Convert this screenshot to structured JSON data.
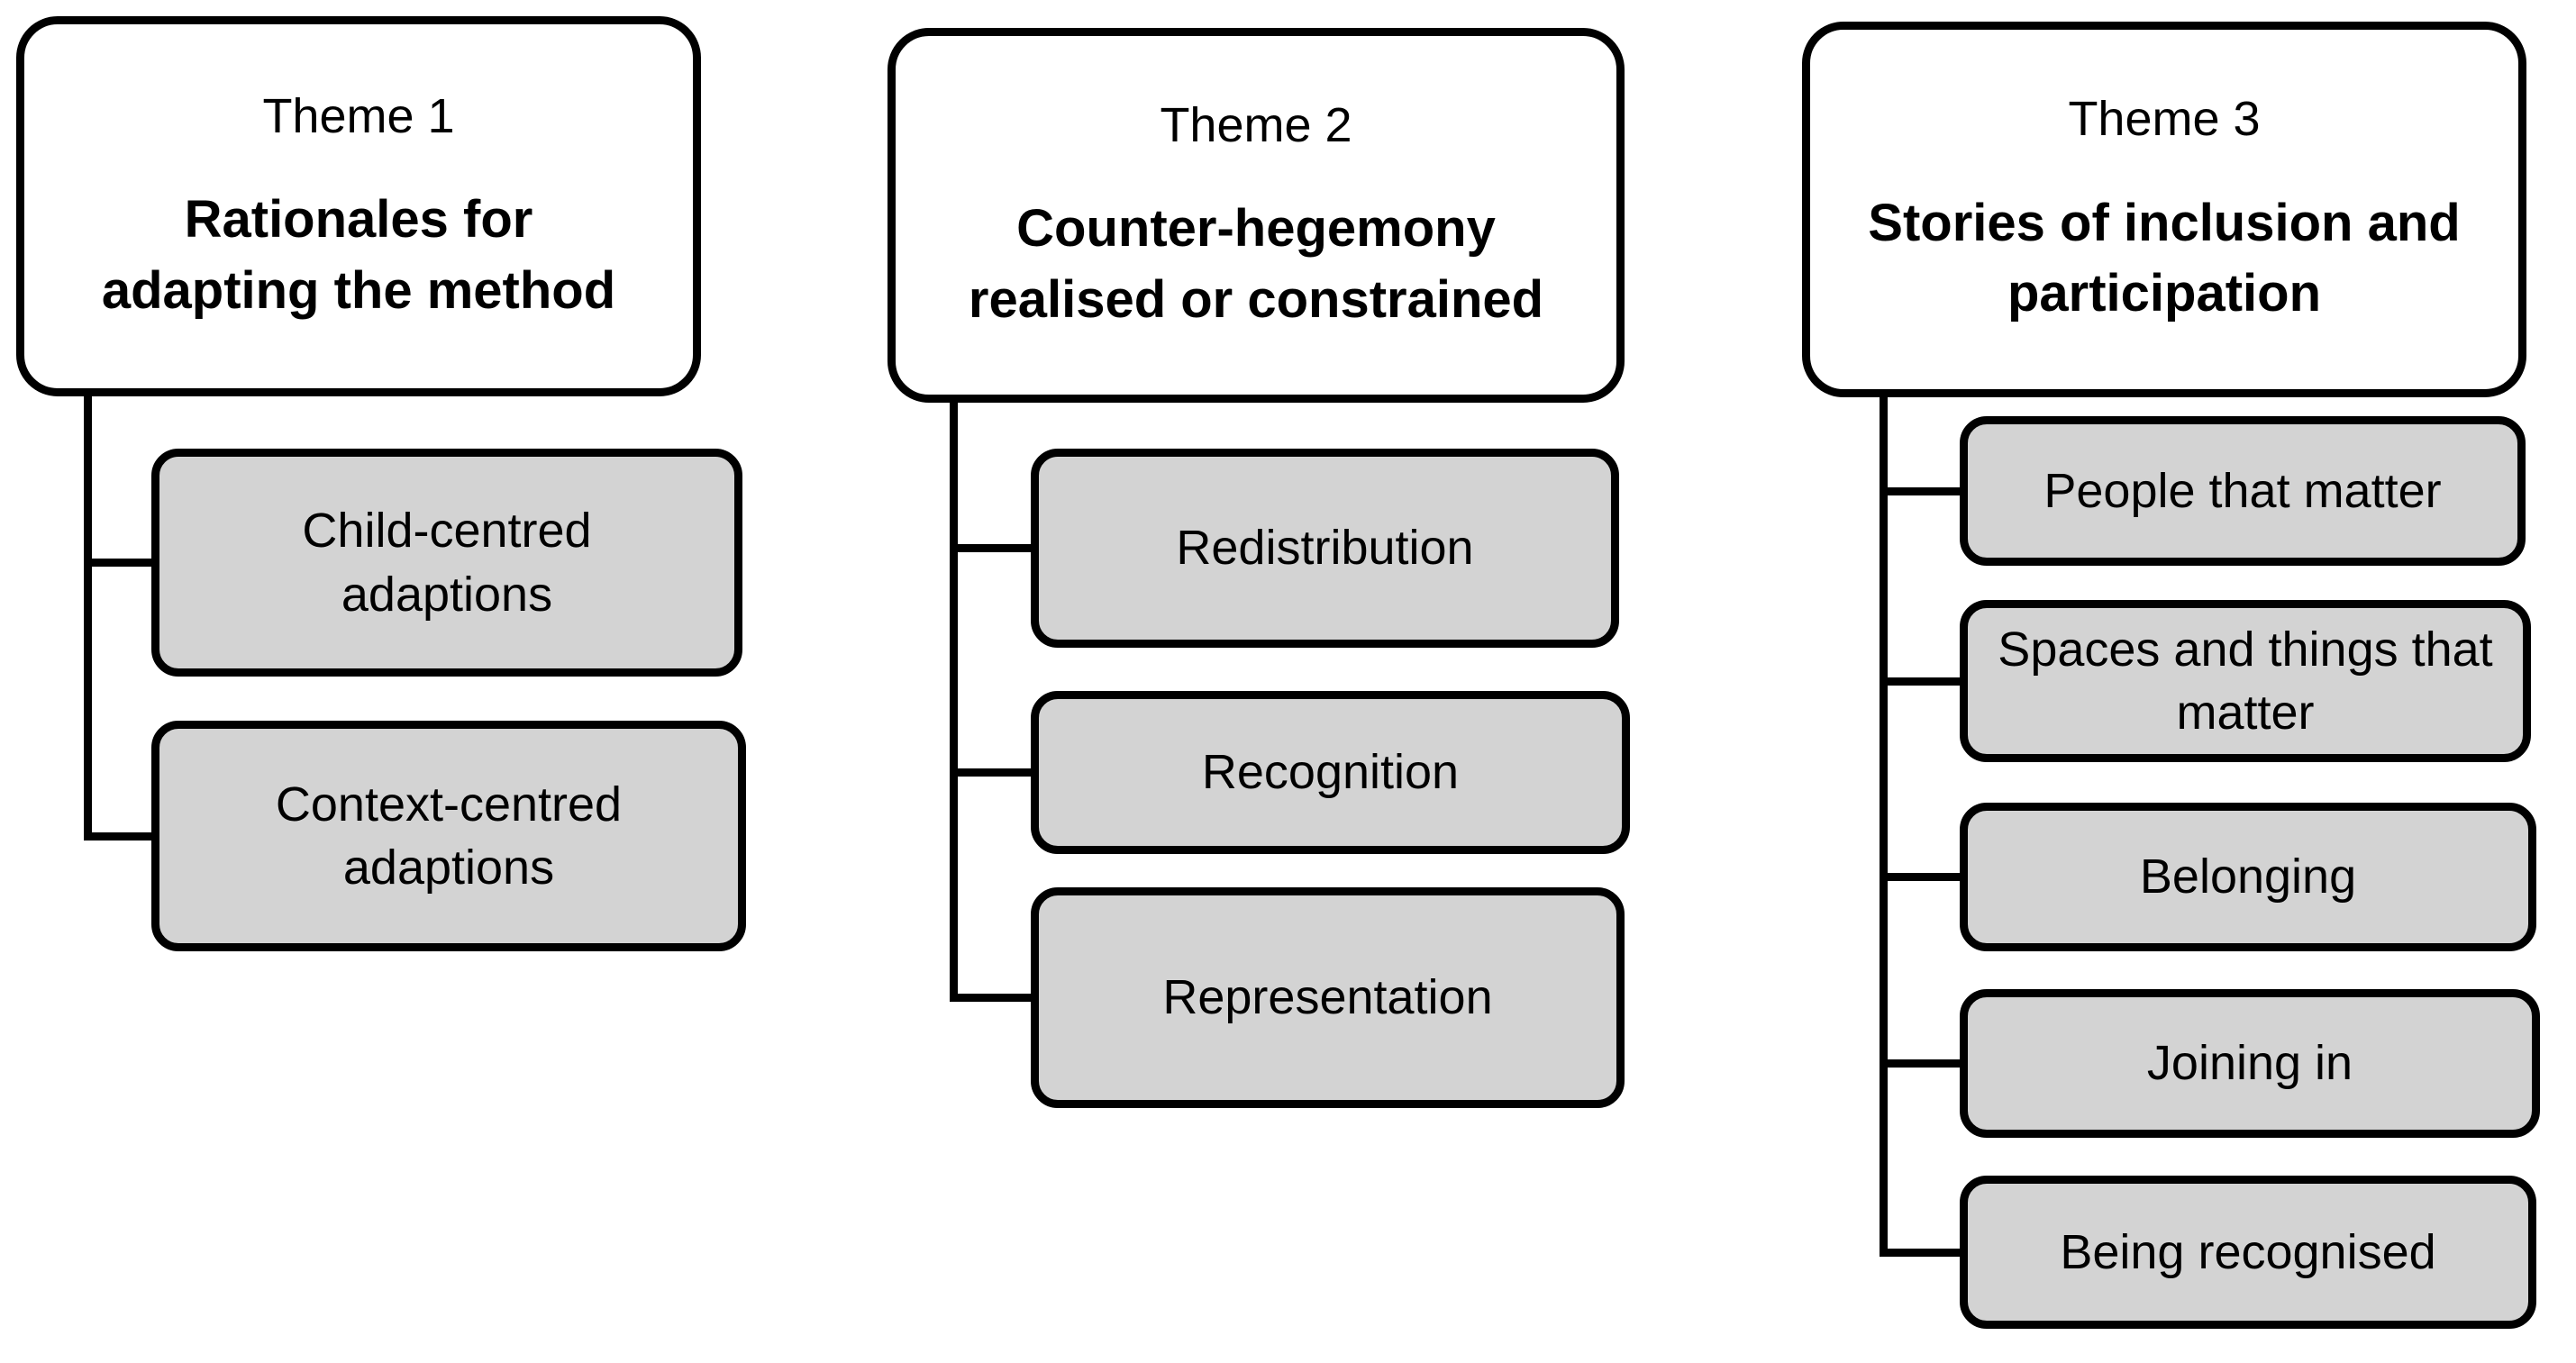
{
  "figure": {
    "colors": {
      "parent_fill": "#ffffff",
      "child_fill": "#d3d3d3",
      "line": "#000000",
      "text": "#000000"
    },
    "themes": [
      {
        "label": "Theme 1",
        "title_lines": [
          "Rationales for",
          "adapting the method"
        ],
        "children": [
          {
            "lines": [
              "Child-centred",
              "adaptions"
            ]
          },
          {
            "lines": [
              "Context-centred",
              "adaptions"
            ]
          }
        ]
      },
      {
        "label": "Theme 2",
        "title_lines": [
          "Counter-hegemony",
          "realised or constrained"
        ],
        "children": [
          {
            "lines": [
              "Redistribution"
            ]
          },
          {
            "lines": [
              "Recognition"
            ]
          },
          {
            "lines": [
              "Representation"
            ]
          }
        ]
      },
      {
        "label": "Theme 3",
        "title_lines": [
          "Stories of inclusion and",
          "participation"
        ],
        "children": [
          {
            "lines": [
              "People that matter"
            ]
          },
          {
            "lines": [
              "Spaces and things that",
              "matter"
            ]
          },
          {
            "lines": [
              "Belonging"
            ]
          },
          {
            "lines": [
              "Joining in"
            ]
          },
          {
            "lines": [
              "Being recognised"
            ]
          }
        ]
      }
    ]
  }
}
